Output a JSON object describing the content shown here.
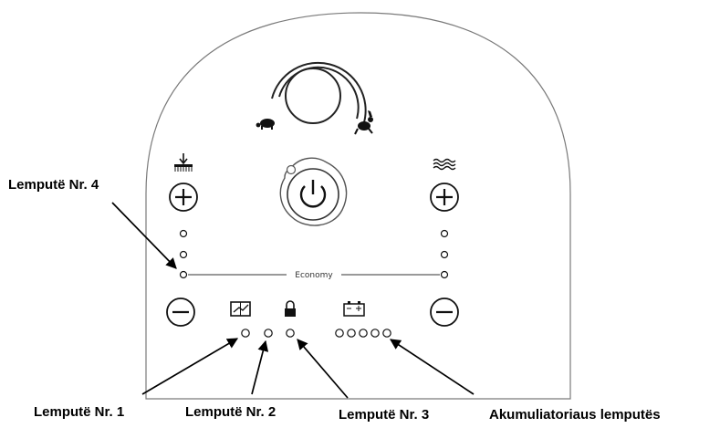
{
  "panel": {
    "economy_label": "Economy",
    "icons": {
      "speed_slow": "turtle-icon",
      "speed_fast": "rabbit-icon",
      "power": "power-icon",
      "suction": "suction-power-icon",
      "water": "water-flow-icon",
      "manual": "manual-book-icon",
      "lock": "lock-icon",
      "battery": "battery-icon"
    }
  },
  "callouts": {
    "lamp4": "Lemputë Nr. 4",
    "lamp1": "Lemputë Nr. 1",
    "lamp2": "Lemputë Nr. 2",
    "lamp3": "Lemputë Nr. 3",
    "battery_lamps": "Akumuliatoriaus lemputës"
  }
}
